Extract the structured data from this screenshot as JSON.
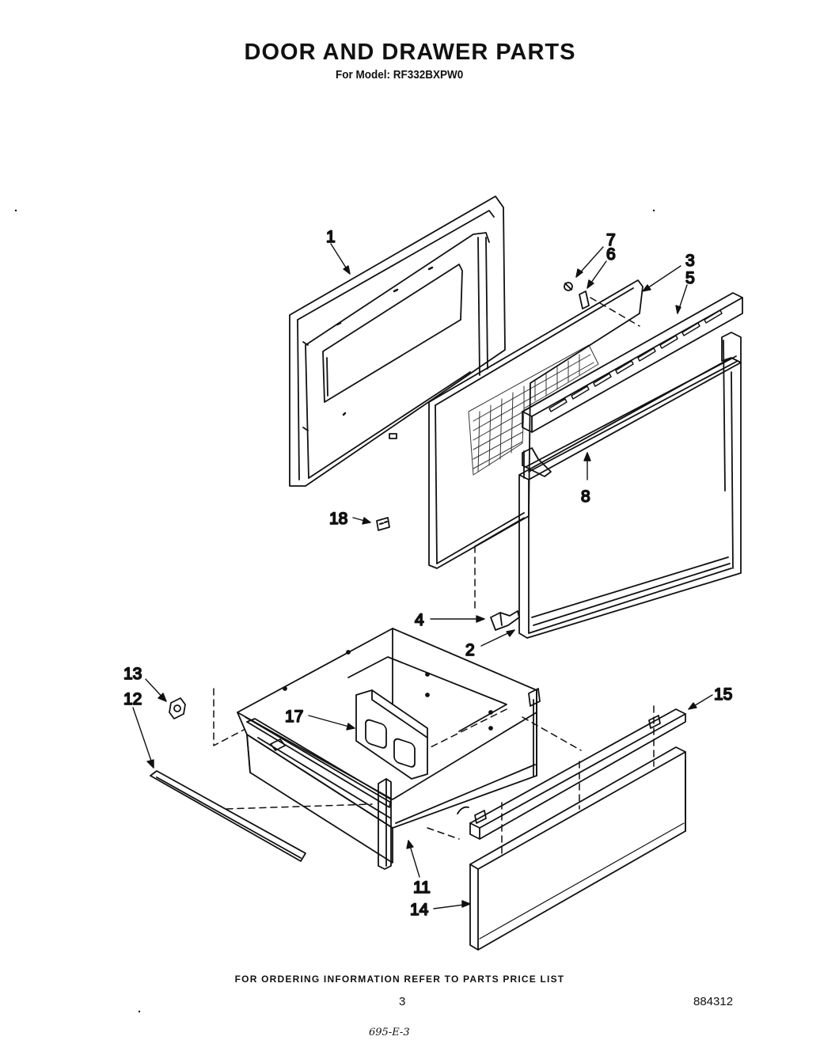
{
  "header": {
    "title": "DOOR AND DRAWER PARTS",
    "subtitle": "For Model: RF332BXPW0"
  },
  "callouts": [
    {
      "id": "1",
      "label": "1"
    },
    {
      "id": "2",
      "label": "2"
    },
    {
      "id": "3",
      "label": "3"
    },
    {
      "id": "4",
      "label": "4"
    },
    {
      "id": "5",
      "label": "5"
    },
    {
      "id": "6",
      "label": "6"
    },
    {
      "id": "7",
      "label": "7"
    },
    {
      "id": "8",
      "label": "8"
    },
    {
      "id": "11",
      "label": "11"
    },
    {
      "id": "12",
      "label": "12"
    },
    {
      "id": "13",
      "label": "13"
    },
    {
      "id": "14",
      "label": "14"
    },
    {
      "id": "15",
      "label": "15"
    },
    {
      "id": "17",
      "label": "17"
    },
    {
      "id": "18",
      "label": "18"
    }
  ],
  "footer": {
    "ordering_note": "FOR ORDERING INFORMATION REFER TO PARTS PRICE LIST",
    "page_number": "3",
    "document_number": "884312",
    "handwritten_ref": "695-E-3"
  }
}
